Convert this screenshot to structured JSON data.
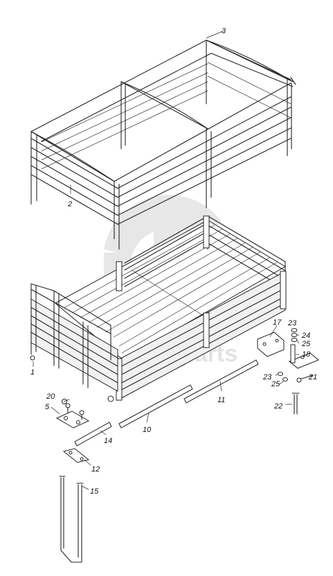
{
  "diagram": {
    "watermark_text": "parts",
    "callouts": [
      {
        "id": "c1",
        "label": "1"
      },
      {
        "id": "c2",
        "label": "2"
      },
      {
        "id": "c3",
        "label": "3"
      },
      {
        "id": "c5",
        "label": "5"
      },
      {
        "id": "c10",
        "label": "10"
      },
      {
        "id": "c11",
        "label": "11"
      },
      {
        "id": "c12",
        "label": "12"
      },
      {
        "id": "c14",
        "label": "14"
      },
      {
        "id": "c15",
        "label": "15"
      },
      {
        "id": "c17",
        "label": "17"
      },
      {
        "id": "c18",
        "label": "18"
      },
      {
        "id": "c20",
        "label": "20"
      },
      {
        "id": "c21",
        "label": "21"
      },
      {
        "id": "c22",
        "label": "22"
      },
      {
        "id": "c23a",
        "label": "23"
      },
      {
        "id": "c23b",
        "label": "23"
      },
      {
        "id": "c24",
        "label": "24"
      },
      {
        "id": "c25a",
        "label": "25"
      },
      {
        "id": "c25b",
        "label": "25"
      }
    ]
  }
}
